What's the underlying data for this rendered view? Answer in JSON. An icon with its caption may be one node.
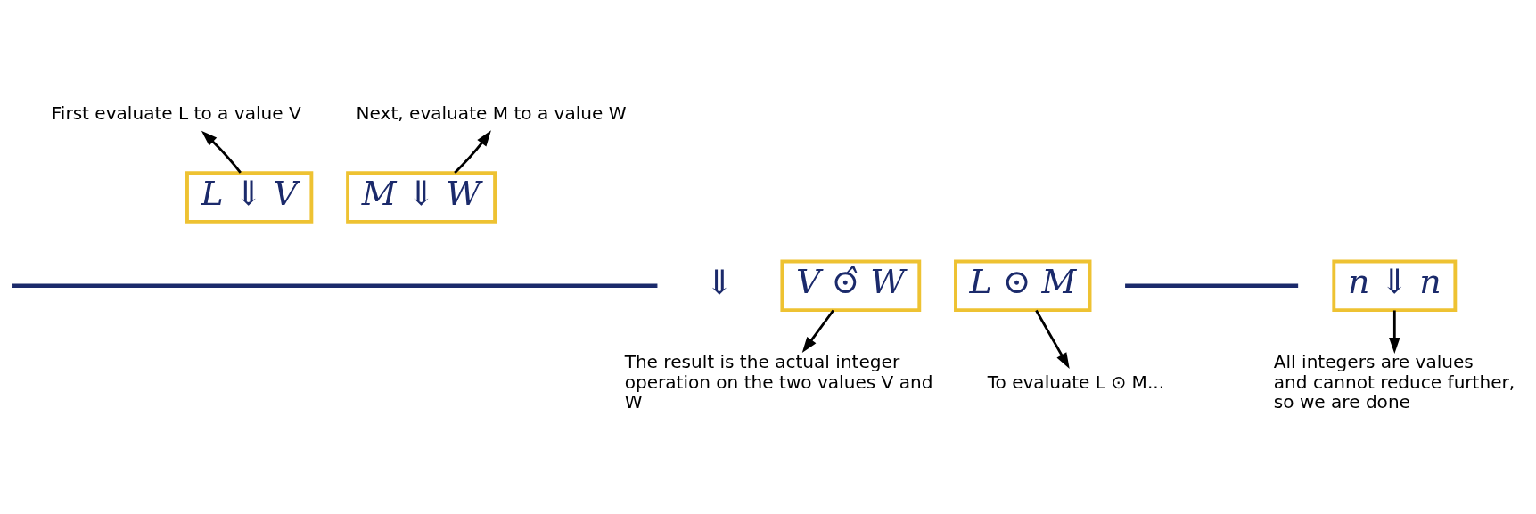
{
  "diagram": {
    "nodes": [
      {
        "text": [
          "First evaluate L to a value V"
        ]
      },
      {
        "text": [
          "Next, evaluate M to a value W"
        ]
      },
      {
        "text": [
          "n ⇓ n"
        ]
      },
      {
        "text": [
          "L ⇓ V"
        ]
      },
      {
        "text": [
          "M ⇓ W"
        ]
      },
      {
        "text": [
          "L ⊙ M"
        ]
      },
      {
        "text": [
          "V ⊙̂ W"
        ]
      },
      {
        "text": [
          "All integers are values and cannot reduce further, so we are done"
        ]
      },
      {
        "text": [
          "To evaluate L ⊙ M..."
        ]
      },
      {
        "text": [
          "The result is the actual integer operation on the two values V and W"
        ]
      }
    ],
    "edges": [
      {
        "from": 3,
        "to": 0,
        "arrow": "to"
      },
      {
        "from": 4,
        "to": 1,
        "arrow": "to"
      },
      {
        "from": 2,
        "to": 7,
        "arrow": "to"
      },
      {
        "from": 5,
        "to": 8,
        "arrow": "to"
      },
      {
        "from": 6,
        "to": 9,
        "arrow": "to"
      }
    ],
    "labels": [
      "⇓"
    ]
  }
}
